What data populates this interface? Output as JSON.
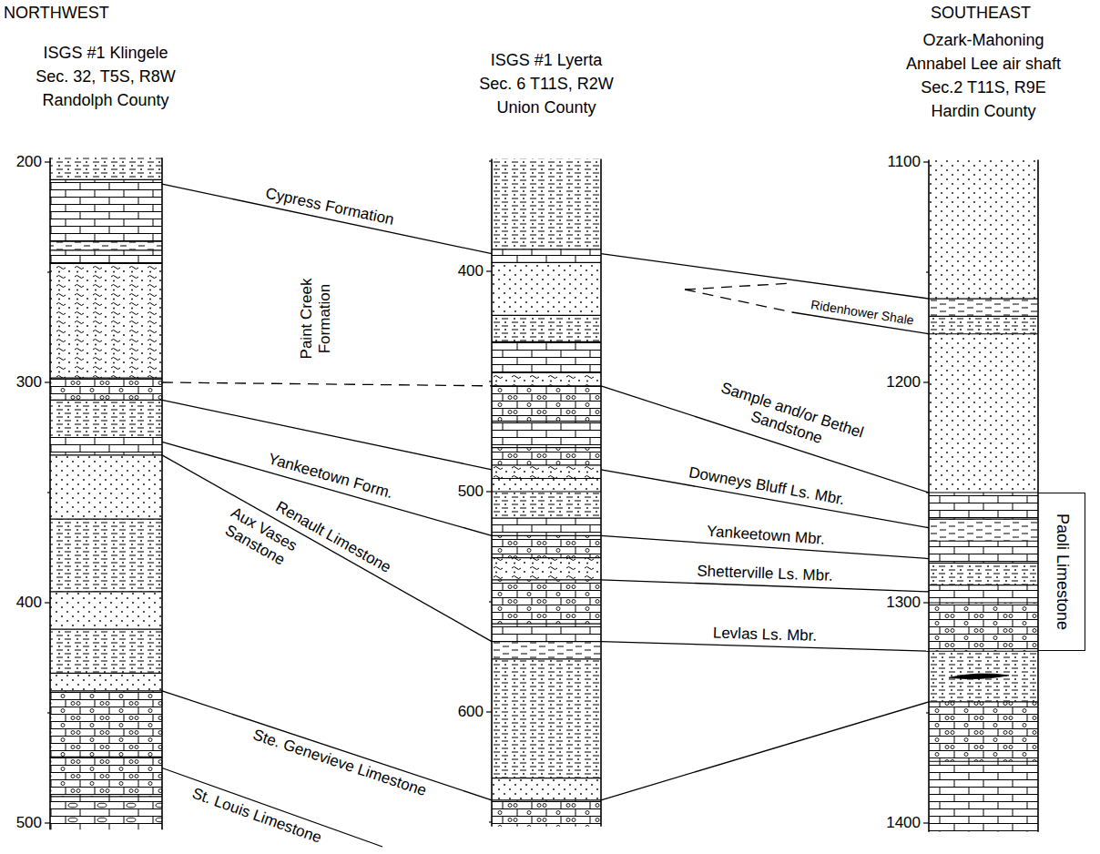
{
  "diagram": {
    "nodes": [
      {
        "text": [
          "Paoli Limestone"
        ]
      }
    ],
    "edges": [],
    "labels": [
      "NORTHWEST",
      "ISGS #1 Klingele",
      "Sec. 32, T5S, R8W",
      "Randolph County",
      "ISGS #1 Lyerta",
      "Sec. 6 T11S, R2W",
      "Union County",
      "SOUTHEAST",
      "Ozark-Mahoning",
      "Annabel Lee air shaft",
      "Sec.2 T11S, R9E",
      "Hardin County",
      "200",
      "300",
      "400",
      "500",
      "400",
      "500",
      "600",
      "1100",
      "1200",
      "1300",
      "1400",
      "Cypress Formation",
      "Paint Creek Formation",
      "Ridenhower Shale",
      "Sample and/or Bethel Sandstone",
      "Yankeetown Form.",
      "Downeys Bluff Ls. Mbr.",
      "Renault Limestone",
      "Yankeetown Mbr.",
      "Shetterville Ls. Mbr.",
      "Levlas Ls. Mbr.",
      "Aux Vases Sanstone",
      "Ste. Genevieve Limestone",
      "St. Louis Limestone"
    ]
  }
}
